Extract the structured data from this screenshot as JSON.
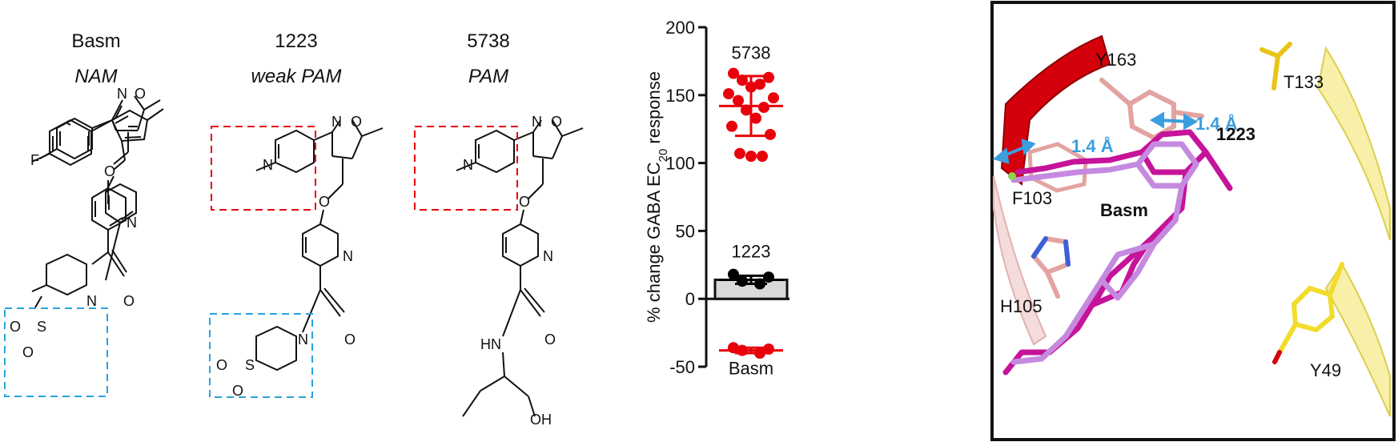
{
  "compounds": [
    {
      "name": "Basm",
      "type": "NAM"
    },
    {
      "name": "1223",
      "type": "weak PAM"
    },
    {
      "name": "5738",
      "type": "PAM"
    }
  ],
  "atoms": {
    "F": "F",
    "N": "N",
    "O": "O",
    "S": "S",
    "HN": "HN",
    "OH": "OH"
  },
  "chart_data": {
    "type": "scatter",
    "ylabel_prefix": "% change GABA EC",
    "ylabel_sub": "20",
    "ylabel_suffix": " response",
    "ylim": [
      -50,
      200
    ],
    "yticks": [
      -50,
      0,
      50,
      100,
      150,
      200
    ],
    "series": [
      {
        "name": "5738",
        "color": "#e8000b",
        "mean": 142,
        "sd": 22,
        "points": [
          166,
          163,
          161,
          158,
          156,
          151,
          148,
          146,
          141,
          139,
          133,
          127,
          121,
          107,
          105,
          105
        ]
      },
      {
        "name": "1223",
        "color": "#000000",
        "mean": 14,
        "sd": 3,
        "bar": true,
        "points": [
          18,
          16,
          13,
          11
        ]
      },
      {
        "name": "Basm",
        "color": "#e8000b",
        "mean": -38,
        "sd": 2,
        "points": [
          -36,
          -37,
          -38,
          -40
        ]
      }
    ]
  },
  "structure_labels": {
    "y163": "Y163",
    "t133": "T133",
    "f103": "F103",
    "h105": "H105",
    "y49": "Y49",
    "ligand_1223": "1223",
    "ligand_basm": "Basm",
    "dist_left": "1.4 Å",
    "dist_right": "1.4 Å"
  },
  "colors": {
    "red": "#e8000b",
    "blue_box": "#29a3e0",
    "red_box": "#e8000b",
    "arrow": "#3b9ede",
    "magenta": "#c5139a",
    "violet": "#c58adf",
    "salmon": "#e3a3a0",
    "yellow": "#f2dc2c"
  }
}
